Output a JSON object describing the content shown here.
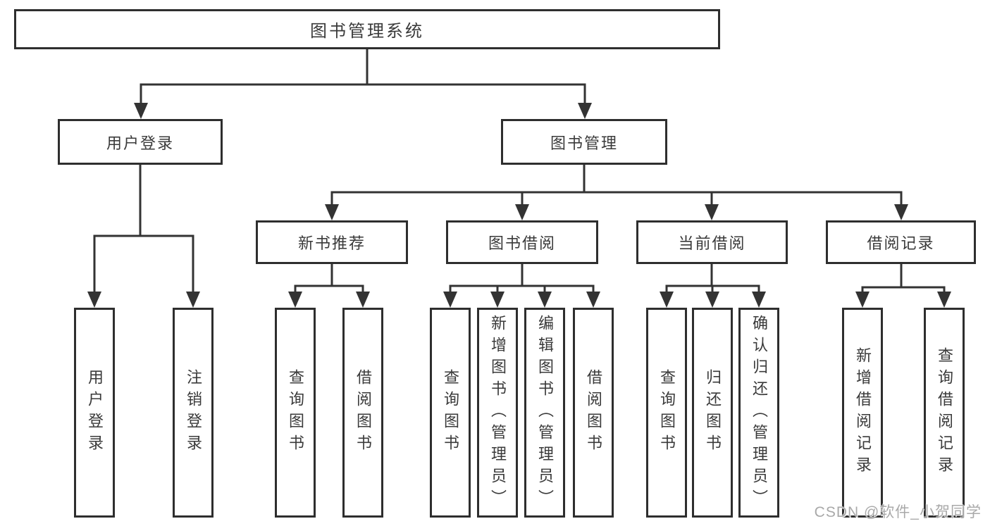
{
  "diagram": {
    "type": "hierarchy-structure-chart",
    "tree": {
      "label": "图书管理系统",
      "children": [
        {
          "label": "用户登录",
          "children": [
            {
              "label": "用户登录"
            },
            {
              "label": "注销登录"
            }
          ]
        },
        {
          "label": "图书管理",
          "children": [
            {
              "label": "新书推荐",
              "children": [
                {
                  "label": "查询图书"
                },
                {
                  "label": "借阅图书"
                }
              ]
            },
            {
              "label": "图书借阅",
              "children": [
                {
                  "label": "查询图书"
                },
                {
                  "label": "新增图书（管理员）"
                },
                {
                  "label": "编辑图书（管理员）"
                },
                {
                  "label": "借阅图书"
                }
              ]
            },
            {
              "label": "当前借阅",
              "children": [
                {
                  "label": "查询图书"
                },
                {
                  "label": "归还图书"
                },
                {
                  "label": "确认归还（管理员）"
                }
              ]
            },
            {
              "label": "借阅记录",
              "children": [
                {
                  "label": "新增借阅记录"
                },
                {
                  "label": "查询借阅记录"
                }
              ]
            }
          ]
        }
      ]
    },
    "colors": {
      "line": "#333333",
      "box_border": "#2e2e2e",
      "box_background": "#ffffff",
      "text": "#3a3a3a",
      "watermark_text": "#a9a9a9"
    }
  },
  "watermark": {
    "text": "CSDN @软件_小贺同学"
  }
}
